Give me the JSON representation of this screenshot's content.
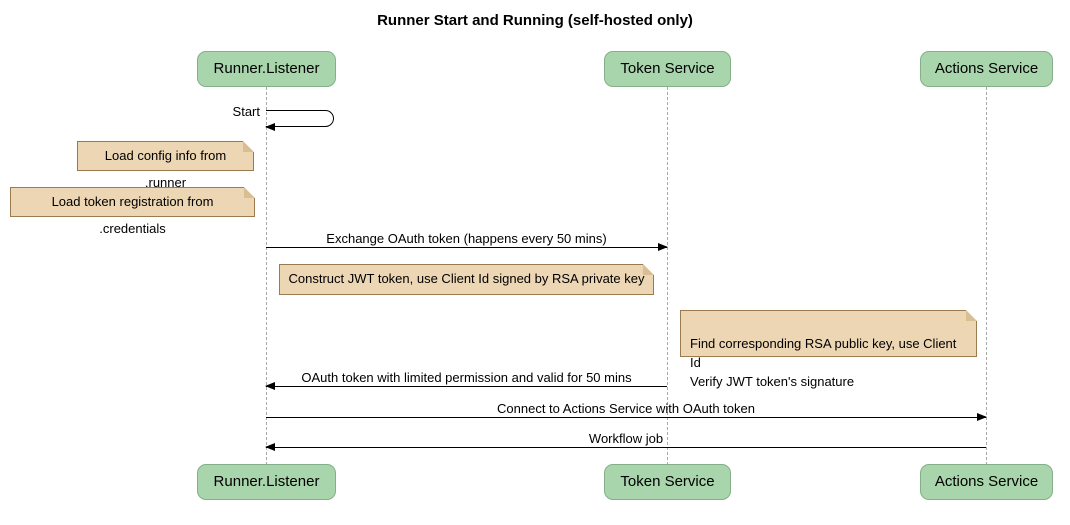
{
  "title": "Runner Start and Running (self-hosted only)",
  "diagram_type": "sequence",
  "actors": [
    {
      "label": "Runner.Listener"
    },
    {
      "label": "Token Service"
    },
    {
      "label": "Actions Service"
    }
  ],
  "messages": [
    {
      "label": "Start",
      "from": "Runner.Listener",
      "to": "Runner.Listener",
      "kind": "self"
    },
    {
      "label": "Exchange OAuth token (happens every 50 mins)",
      "from": "Runner.Listener",
      "to": "Token Service",
      "kind": "solid-arrow"
    },
    {
      "label": "OAuth token with limited permission and valid for 50 mins",
      "from": "Token Service",
      "to": "Runner.Listener",
      "kind": "solid-arrow"
    },
    {
      "label": "Connect to Actions Service with OAuth token",
      "from": "Runner.Listener",
      "to": "Actions Service",
      "kind": "solid-arrow"
    },
    {
      "label": "Workflow job",
      "from": "Actions Service",
      "to": "Runner.Listener",
      "kind": "solid-arrow"
    }
  ],
  "notes": [
    {
      "text": "Load config info from .runner",
      "position": "left of Runner.Listener"
    },
    {
      "text": "Load token registration from .credentials",
      "position": "left of Runner.Listener"
    },
    {
      "text": "Construct JWT token, use Client Id signed by RSA private key",
      "position": "between Runner.Listener and Token Service"
    },
    {
      "text": "Find corresponding RSA public key, use Client Id\nVerify JWT token's signature",
      "position": "left of Actions Service"
    }
  ],
  "colors": {
    "actor_fill": "#a8d5ab",
    "actor_border": "#84af88",
    "note_fill": "#ecd6b4",
    "note_border": "#9b7a50",
    "note_fold": "#d9bd93",
    "lifeline": "#a9a9a9",
    "arrow": "#000000"
  }
}
